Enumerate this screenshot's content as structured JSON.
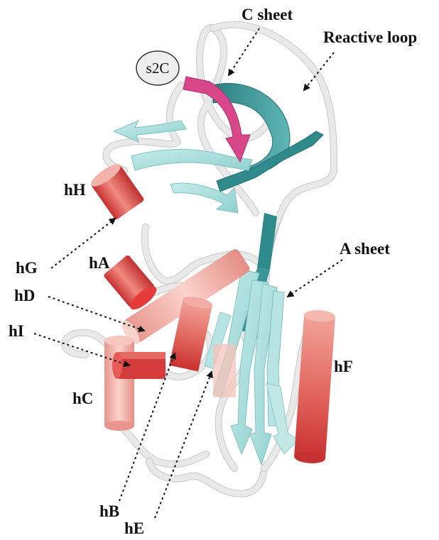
{
  "figure": {
    "badge": {
      "text": "s2C"
    },
    "labels": {
      "c_sheet": "C sheet",
      "reactive_loop": "Reactive loop",
      "a_sheet": "A sheet",
      "hH": "hH",
      "hG": "hG",
      "hA": "hA",
      "hD": "hD",
      "hI": "hI",
      "hC": "hC",
      "hF": "hF",
      "hB": "hB",
      "hE": "hE"
    }
  },
  "colors": {
    "helix_dark": "#d93a3a",
    "helix_mid": "#e8706a",
    "helix_light": "#f4b6ad",
    "sheet_light": "#a9dedd",
    "sheet_dark": "#2f8a8c",
    "highlight_strand": "#d8478a",
    "coil": "#e9e9e9"
  }
}
